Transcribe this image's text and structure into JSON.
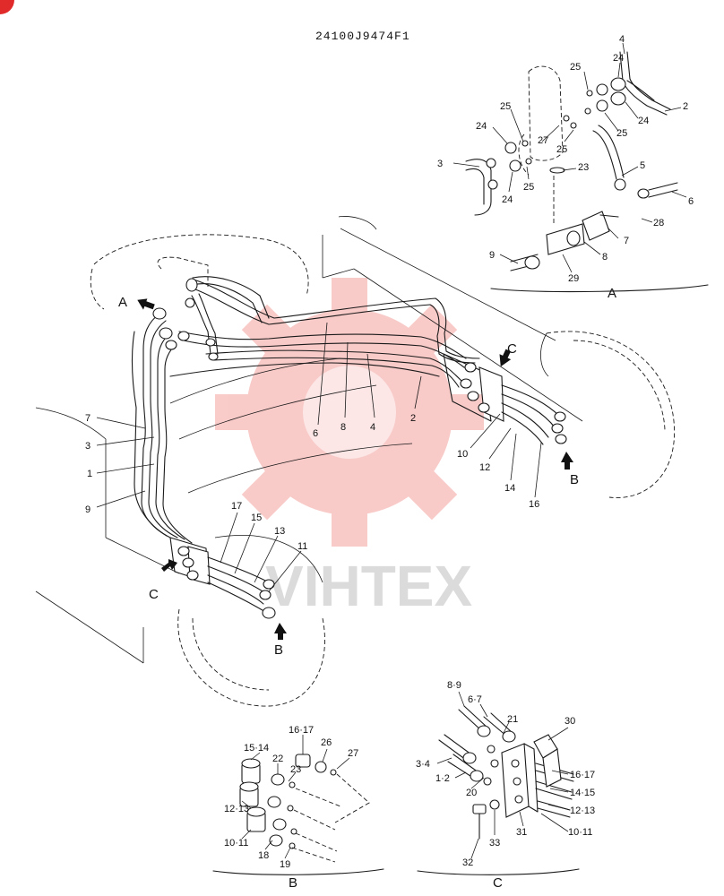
{
  "drawing": {
    "code": "24100J9474F1",
    "watermark": "VIHTEX"
  },
  "views": {
    "A": "A",
    "B": "B",
    "C": "C"
  },
  "main_labels": {
    "p7": "7",
    "p3": "3",
    "p1": "1",
    "p9": "9",
    "p6": "6",
    "p8": "8",
    "p4": "4",
    "p2": "2",
    "p10": "10",
    "p12": "12",
    "p14": "14",
    "p16": "16",
    "p17": "17",
    "p15": "15",
    "p13": "13",
    "p11": "11"
  },
  "detail_a_labels": {
    "p4": "4",
    "p24a": "24",
    "p25a": "25",
    "p2": "2",
    "p24b": "24",
    "p25b": "25",
    "p25c": "25",
    "p27": "27",
    "p25d": "25",
    "p24c": "24",
    "p23": "23",
    "p5": "5",
    "p3": "3",
    "p24d": "24",
    "p25e": "25",
    "p6": "6",
    "p28": "28",
    "p7": "7",
    "p8": "8",
    "p9": "9",
    "p29": "29"
  },
  "detail_b_labels": {
    "p16_17": "16·17",
    "p26": "26",
    "p27": "27",
    "p15_14": "15·14",
    "p22": "22",
    "p23": "23",
    "p12_13": "12·13",
    "p10_11": "10·11",
    "p18": "18",
    "p19": "19"
  },
  "detail_c_labels": {
    "p8_9": "8·9",
    "p6_7": "6·7",
    "p21": "21",
    "p30": "30",
    "p3_4": "3·4",
    "p1_2": "1·2",
    "p20": "20",
    "p16_17": "16·17",
    "p14_15": "14·15",
    "p12_13": "12·13",
    "p10_11": "10·11",
    "p31": "31",
    "p33": "33",
    "p32": "32"
  }
}
